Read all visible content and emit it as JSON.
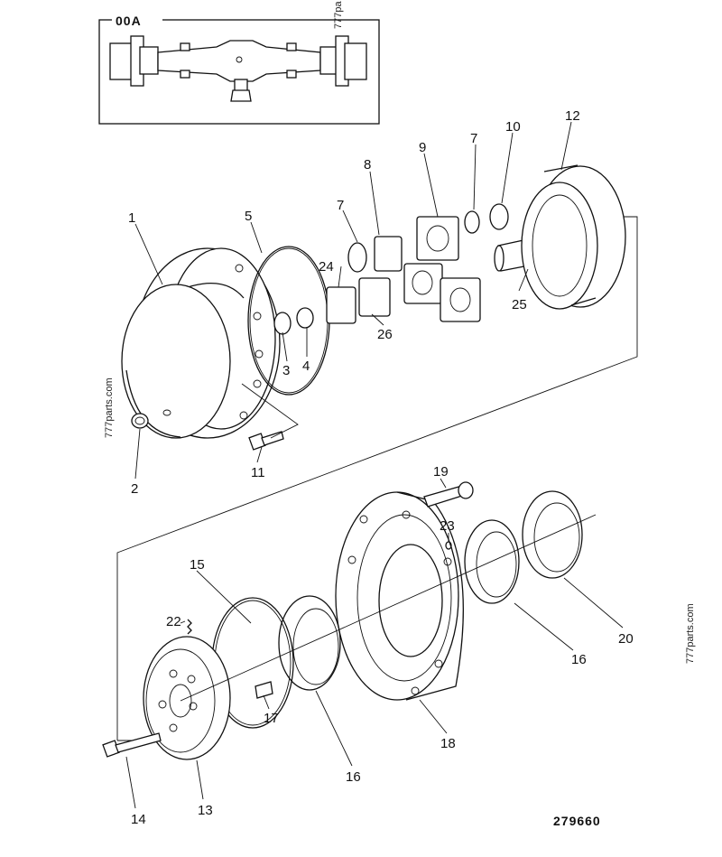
{
  "inset": {
    "label": "00A"
  },
  "watermarks": [
    "777parts.com",
    "777parts.com",
    "777pa"
  ],
  "drawing_number": "279660",
  "callouts": {
    "c1": "1",
    "c2": "2",
    "c3": "3",
    "c4": "4",
    "c5": "5",
    "c7a": "7",
    "c7b": "7",
    "c8": "8",
    "c9": "9",
    "c10": "10",
    "c11": "11",
    "c12": "12",
    "c13": "13",
    "c14": "14",
    "c15": "15",
    "c16a": "16",
    "c16b": "16",
    "c17": "17",
    "c18": "18",
    "c19": "19",
    "c20": "20",
    "c22": "22",
    "c23": "23",
    "c24": "24",
    "c25": "25",
    "c26": "26"
  }
}
